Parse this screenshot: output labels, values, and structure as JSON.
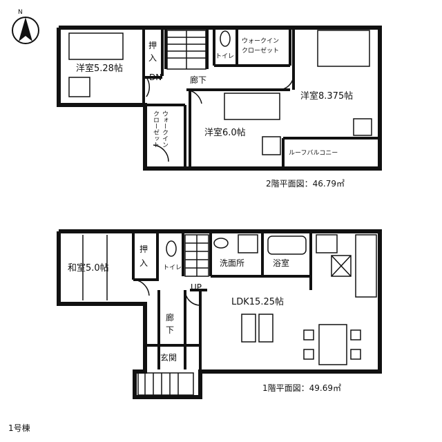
{
  "compass": {
    "north_label": "N"
  },
  "floor2": {
    "area_label": "2階平面図：46.79㎡",
    "rooms": {
      "western_a": "洋室5.28帖",
      "closet_a": "押入",
      "down": "DN",
      "hall": "廊下",
      "toilet": "トイレ",
      "wic_a_line1": "ウォークイン",
      "wic_a_line2": "クローゼット",
      "western_b": "洋室8.375帖",
      "wic_b_line1": "ウォークイン",
      "wic_b_line2": "クローゼット",
      "western_c": "洋室6.0帖",
      "roof_balcony": "ルーフバルコニー"
    }
  },
  "floor1": {
    "area_label": "1階平面図：49.69㎡",
    "rooms": {
      "japanese": "和室5.0帖",
      "closet": "押入",
      "toilet": "トイレ",
      "washroom": "洗面所",
      "bath": "浴室",
      "up": "UP",
      "ldk": "LDK15.25帖",
      "hall": "廊下",
      "entrance": "玄関"
    }
  },
  "building_label": "1号棟"
}
